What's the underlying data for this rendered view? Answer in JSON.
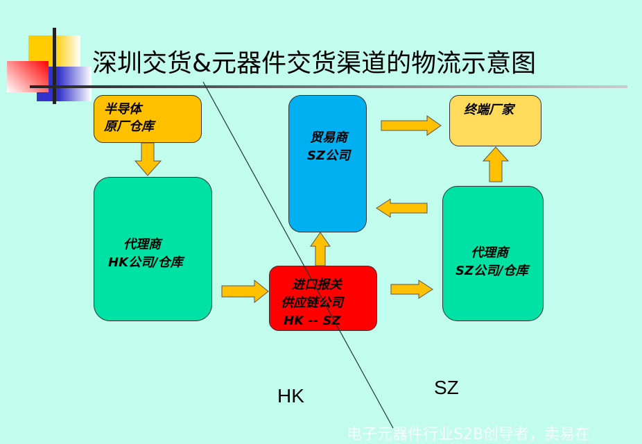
{
  "title": "深圳交货&元器件交货渠道的物流示意图",
  "nodes": {
    "origin_warehouse": {
      "line1": "半导体",
      "line2": "原厂仓库",
      "color": "#ffc000"
    },
    "hk_agent": {
      "line1": "代理商",
      "line2": "HK公司/仓库",
      "color": "#00e2a4"
    },
    "customs": {
      "line1": "进口报关",
      "line2": "供应链公司",
      "line3": "HK -- SZ",
      "color": "#ff0000"
    },
    "trader": {
      "line1": "贸易商",
      "line2": "SZ公司",
      "color": "#00b0f0"
    },
    "end_factory": {
      "line1": "终端厂家",
      "color": "#ffdb5c"
    },
    "sz_agent": {
      "line1": "代理商",
      "line2": "SZ公司/仓库",
      "color": "#00e2a4"
    }
  },
  "regions": {
    "hk": "HK",
    "sz": "SZ"
  },
  "watermark": "电子元器件行业S2B创导者，卖易在",
  "arrow_color": "#ffc000"
}
